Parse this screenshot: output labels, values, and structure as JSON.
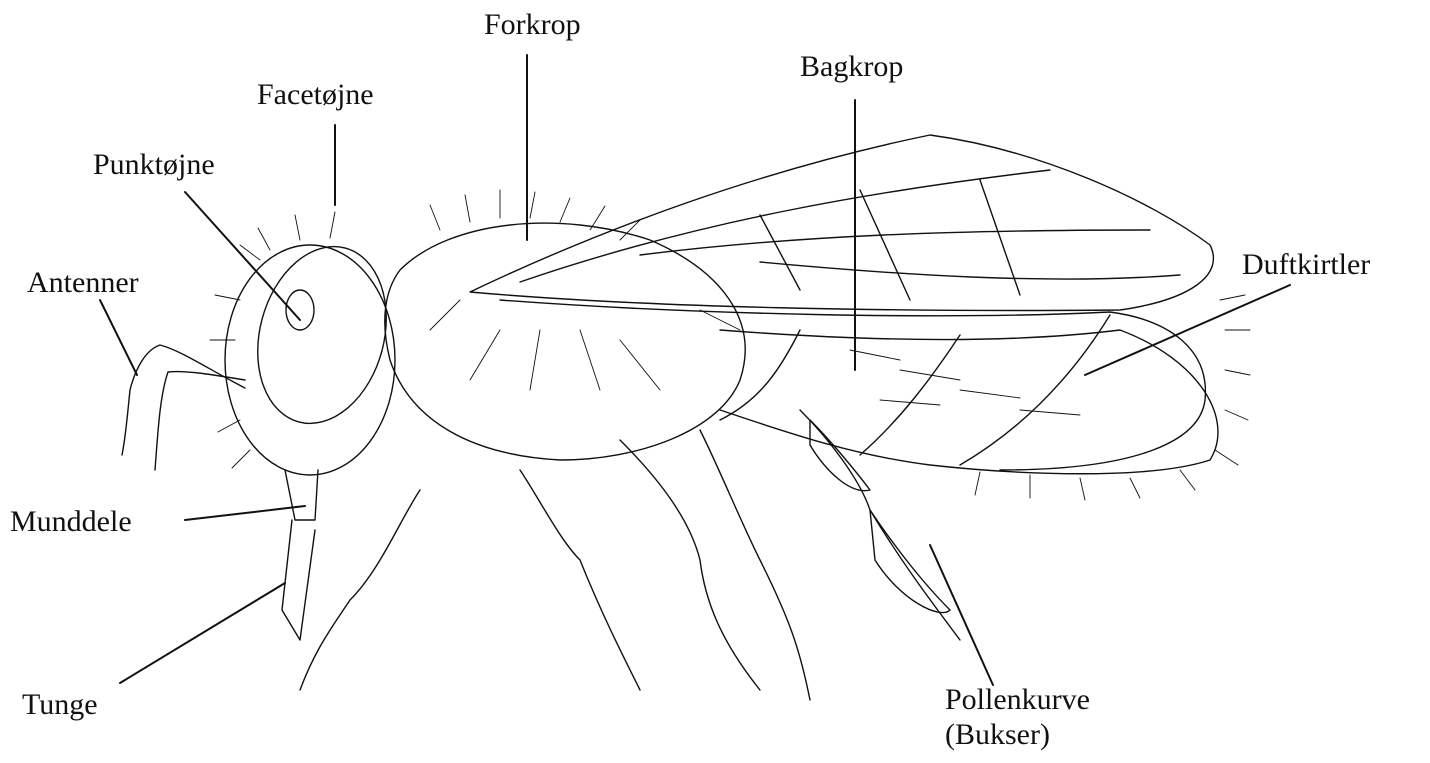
{
  "colors": {
    "ink": "#111111",
    "background": "#ffffff"
  },
  "labels": {
    "forkrop": "Forkrop",
    "bagkrop": "Bagkrop",
    "facetojne": "Facetøjne",
    "punktojne": "Punktøjne",
    "antenner": "Antenner",
    "duftkirtler": "Duftkirtler",
    "munddele": "Munddele",
    "tunge": "Tunge",
    "pollenkurve": "Pollenkurve",
    "bukser": "(Bukser)"
  }
}
